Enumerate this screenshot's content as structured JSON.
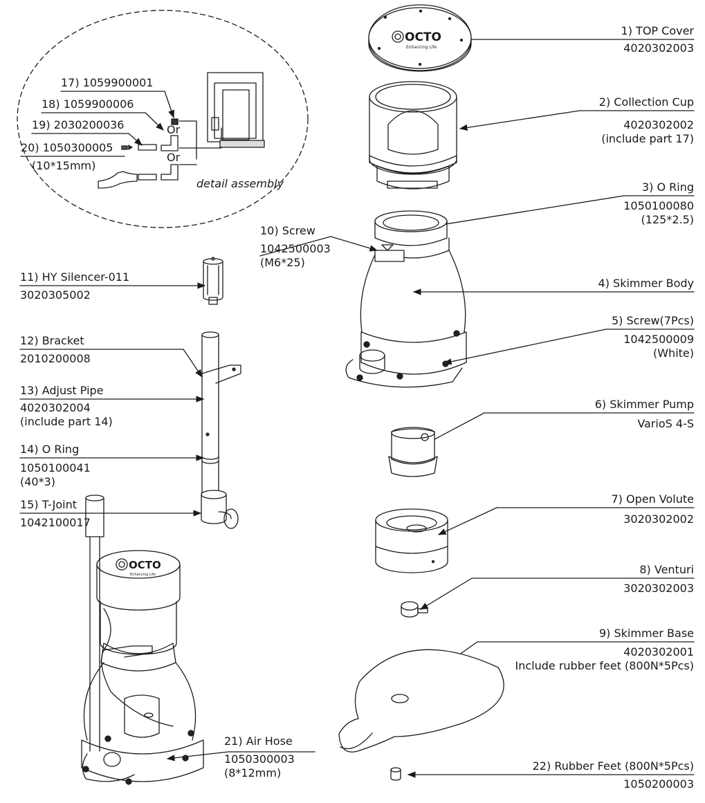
{
  "labels": {
    "p1": {
      "name": "1) TOP Cover",
      "code": "4020302003"
    },
    "p2": {
      "name": "2) Collection Cup",
      "code": "4020302002",
      "note": "(include part 17)"
    },
    "p3": {
      "name": "3) O Ring",
      "code": "1050100080",
      "note": "(125*2.5)"
    },
    "p4": {
      "name": "4) Skimmer Body"
    },
    "p5": {
      "name": "5) Screw(7Pcs)",
      "code": "1042500009",
      "note": "(White)"
    },
    "p6": {
      "name": "6) Skimmer Pump",
      "code": "VarioS 4-S"
    },
    "p7": {
      "name": "7) Open Volute",
      "code": "3020302002"
    },
    "p8": {
      "name": "8) Venturi",
      "code": "3020302003"
    },
    "p9": {
      "name": "9) Skimmer Base",
      "code": "4020302001",
      "note": "Include rubber feet (800N*5Pcs)"
    },
    "p10": {
      "name": "10) Screw",
      "code": "1042500003",
      "note": "(M6*25)"
    },
    "p11": {
      "name": "11) HY Silencer-011",
      "code": "3020305002"
    },
    "p12": {
      "name": "12) Bracket",
      "code": "2010200008"
    },
    "p13": {
      "name": "13) Adjust Pipe",
      "code": "4020302004",
      "note": "(include part 14)"
    },
    "p14": {
      "name": "14) O Ring",
      "code": "1050100041",
      "note": "(40*3)"
    },
    "p15": {
      "name": "15) T-Joint",
      "code": "1042100017"
    },
    "p17": {
      "name": "17) 1059900001"
    },
    "p18": {
      "name": "18) 1059900006"
    },
    "p19": {
      "name": "19) 2030200036"
    },
    "p20": {
      "name": "20) 1050300005",
      "note": "(10*15mm)"
    },
    "p21": {
      "name": "21) Air Hose",
      "code": "1050300003",
      "note": "(8*12mm)"
    },
    "p22": {
      "name": "22) Rubber Feet (800N*5Pcs)",
      "code": "1050200003"
    }
  },
  "detail": {
    "caption": "detail assembly",
    "or_label": "Or"
  },
  "logo": {
    "brand": "OCTO",
    "tagline": "Enhancing Life"
  }
}
